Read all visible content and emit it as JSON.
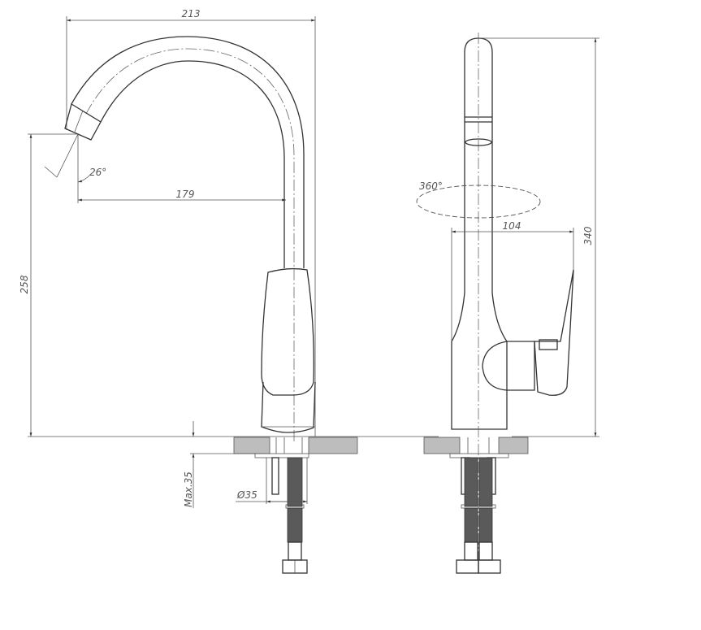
{
  "drawing": {
    "title": "Kitchen faucet dimensional drawing",
    "dimensions": {
      "spout_reach_total": "213",
      "spout_angle": "26°",
      "spout_reach_axis": "179",
      "spout_height": "258",
      "max_counter_thickness": "Max.35",
      "mount_hole_diameter": "Ø35",
      "rotation": "360°",
      "handle_depth": "104",
      "total_height": "340"
    }
  }
}
